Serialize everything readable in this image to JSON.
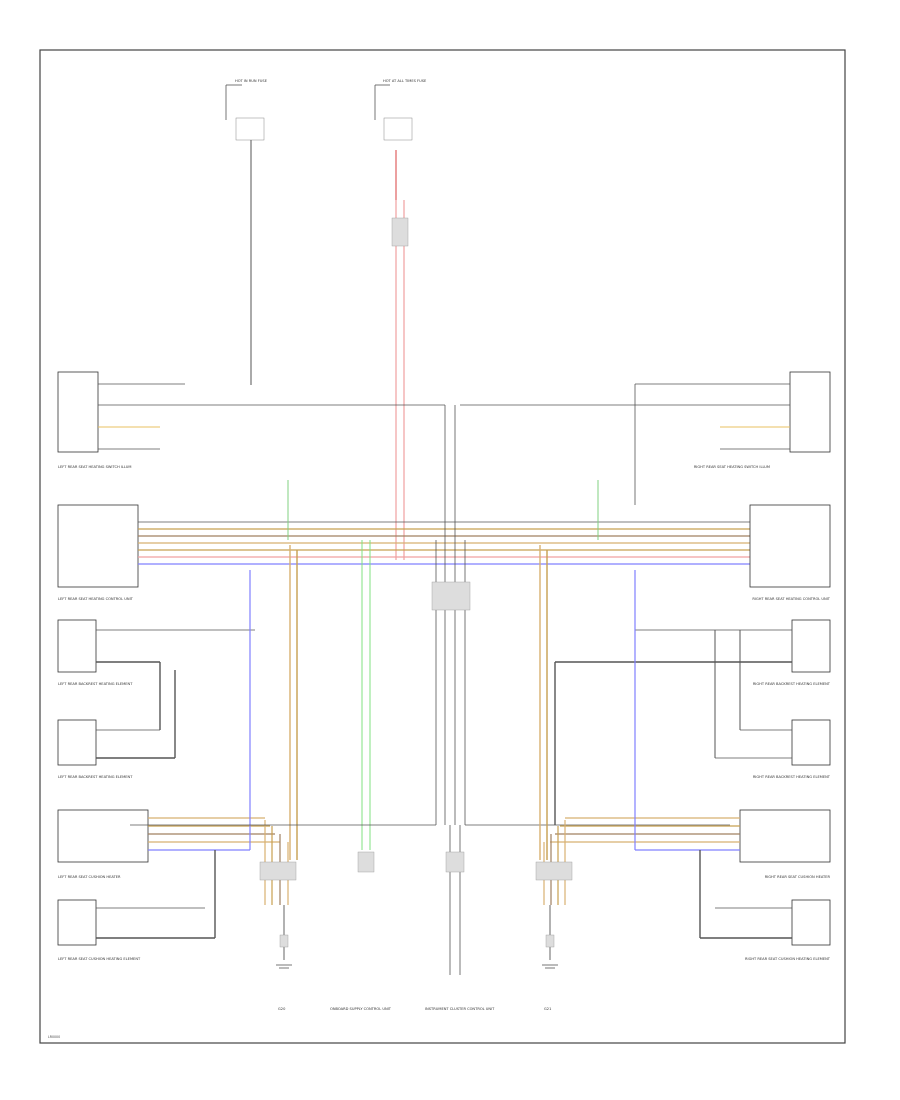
{
  "diagram": {
    "labels": {
      "left_rear_seat_heating_switch": "LEFT REAR SEAT HEATING SWITCH ILLUM",
      "left_rear_seat_heating_control_unit": "LEFT REAR SEAT HEATING CONTROL UNIT",
      "left_rear_backrest_heating_element": "LEFT REAR BACKREST HEATING ELEMENT",
      "left_rear_backrest_element_2": "LEFT REAR BACKREST HEATING ELEMENT",
      "left_rear_seat_cushion_heater": "LEFT REAR SEAT CUSHION HEATER",
      "left_rear_seat_cushion_heating_element": "LEFT REAR SEAT CUSHION HEATING ELEMENT",
      "right_rear_seat_heating_switch": "RIGHT REAR SEAT HEATING SWITCH ILLUM",
      "right_rear_seat_heating_control_unit": "RIGHT REAR SEAT HEATING CONTROL UNIT",
      "right_rear_backrest_heating_element": "RIGHT REAR BACKREST HEATING ELEMENT",
      "right_rear_backrest_element_2": "RIGHT REAR BACKREST HEATING ELEMENT",
      "right_rear_seat_cushion_heater": "RIGHT REAR SEAT CUSHION HEATER",
      "right_rear_seat_cushion_heating_element": "RIGHT REAR SEAT CUSHION HEATING ELEMENT",
      "fuse_top_left": "HOT IN RUN FUSE",
      "fuse_top_center": "HOT AT ALL TIMES FUSE",
      "ground_left": "G20",
      "ground_right": "G21",
      "instrument_cluster": "INSTRUMENT CLUSTER CONTROL UNIT",
      "onboard_supply_unit": "ONBOARD SUPPLY CONTROL UNIT",
      "footer_code": "LR0000"
    }
  }
}
